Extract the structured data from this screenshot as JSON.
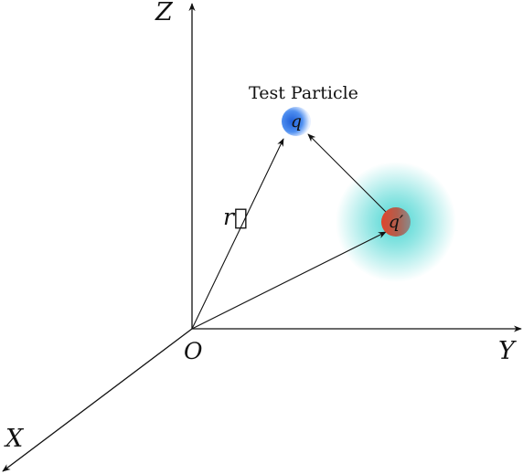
{
  "axes": {
    "x_label": "X",
    "y_label": "Y",
    "z_label": "Z",
    "origin_label": "O"
  },
  "particles": {
    "test": {
      "caption": "Test Particle",
      "symbol": "q",
      "color": "#2e6fe0"
    },
    "source": {
      "symbol": "q′",
      "color": "#d9452e",
      "glow_color": "#3fd3cf"
    }
  },
  "vectors": {
    "r_label": "r⃗"
  }
}
